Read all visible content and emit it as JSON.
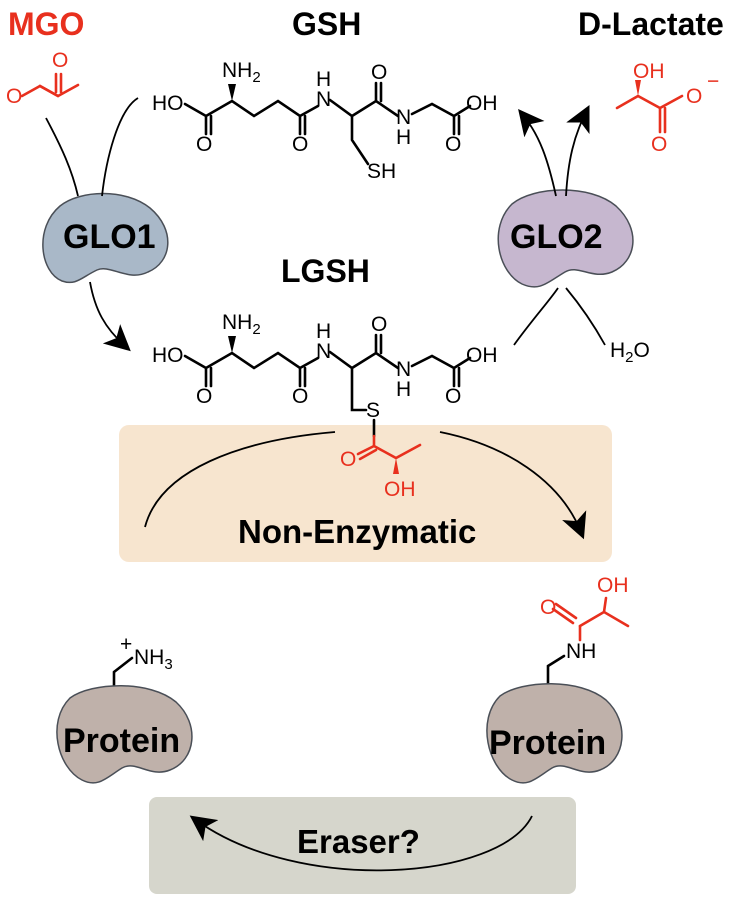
{
  "colors": {
    "accent_red": "#e8301e",
    "glo1_fill": "#a9b8c8",
    "glo2_fill": "#c6b7cf",
    "protein_fill": "#bfb1aa",
    "nonenzymatic_box": "#f7e5cf",
    "eraser_box": "#d6d6cc"
  },
  "labels": {
    "mgo": "MGO",
    "gsh": "GSH",
    "d_lactate": "D-Lactate",
    "lgsh": "LGSH",
    "non_enzymatic": "Non-Enzymatic",
    "eraser": "Eraser?"
  },
  "enzymes": {
    "glo1": "GLO1",
    "glo2": "GLO2"
  },
  "proteins": {
    "left": "Protein",
    "right": "Protein"
  },
  "atoms": {
    "O": "O",
    "HO": "HO",
    "OH": "OH",
    "N": "N",
    "H": "H",
    "NH": "NH",
    "S": "S",
    "SH": "SH",
    "NH2_main": "NH",
    "sub2": "2",
    "sub3": "3",
    "H2O_main": "H",
    "H2O_O": "O",
    "NH3_main": "NH",
    "minus": "−",
    "plus": "+"
  },
  "icons": {
    "reaction_arrow": "arrowhead",
    "enzyme_shape": "blob"
  }
}
